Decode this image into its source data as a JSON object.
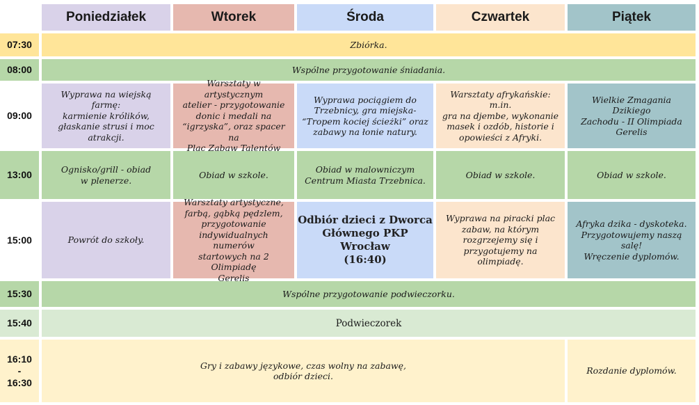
{
  "days": {
    "mon": "Poniedziałek",
    "tue": "Wtorek",
    "wed": "Środa",
    "thu": "Czwartek",
    "fri": "Piątek"
  },
  "times": {
    "t0730": "07:30",
    "t0800": "08:00",
    "t0900": "09:00",
    "t1300": "13:00",
    "t1500": "15:00",
    "t1530": "15:30",
    "t1540": "15:40",
    "t1610": "16:10",
    "dash": "-",
    "t1630": "16:30"
  },
  "rows": {
    "r0730": "Zbiórka.",
    "r0800": "Wspólne przygotowanie śniadania.",
    "r0900": {
      "mon": "Wyprawa na wiejską farmę:\nkarmienie królików,\ngłaskanie strusi i moc\natrakcji.",
      "tue": "Warsztaty w artystycznym\natelier - przygotowanie\ndonic i  medali na\n“igrzyska”, oraz spacer  na\nPlac Zabaw Talentów",
      "wed": "Wyprawa pociągiem do\nTrzebnicy, gra miejska-\n“Tropem kociej ścieżki” oraz\nzabawy na łonie natury.",
      "thu": "Warsztaty afrykańskie: m.in.\ngra na djembe, wykonanie\nmasek i ozdób, historie i\nopowieści z Afryki.",
      "fri": "Wielkie Zmagania Dzikiego\nZachodu - II Olimpiada\nGerelis"
    },
    "r1300": {
      "mon": "Ognisko/grill - obiad\nw plenerze.",
      "tue": "Obiad w szkole.",
      "wed": "Obiad w malowniczym\nCentrum Miasta Trzebnica.",
      "thu": "Obiad w szkole.",
      "fri": "Obiad w szkole."
    },
    "r1500": {
      "mon": "Powrót do szkoły.",
      "tue": "Warsztaty artystyczne,\nfarbą, gąbką pędzlem,\nprzygotowanie\nindywidualnych numerów\nstartowych na 2 Olimpiadę\nGerelis",
      "wed": "Odbiór dzieci z Dworca\nGłównego PKP Wrocław\n(16:40)",
      "thu": "Wyprawa na piracki plac\nzabaw, na którym\nrozgrzejemy się i\nprzygotujemy na  olimpiadę.",
      "fri": "Afryka dzika -  dyskoteka.\nPrzygotowujemy naszą salę!\nWręczenie dyplomów."
    },
    "r1530": "Wspólne przygotowanie podwieczorku.",
    "r1540": "Podwieczorek",
    "r1610": {
      "main": "Gry i zabawy językowe, czas wolny na zabawę,\nodbiór dzieci.",
      "fri": "Rozdanie dyplomów."
    }
  },
  "colors": {
    "monday": "#d9d2e9",
    "tuesday": "#e6b8af",
    "wednesday": "#c9daf8",
    "thursday": "#fce5cd",
    "friday": "#a2c4c9",
    "yellow": "#ffe599",
    "green": "#b6d7a8",
    "light_green": "#d9ead3",
    "cream": "#fff2cc"
  }
}
